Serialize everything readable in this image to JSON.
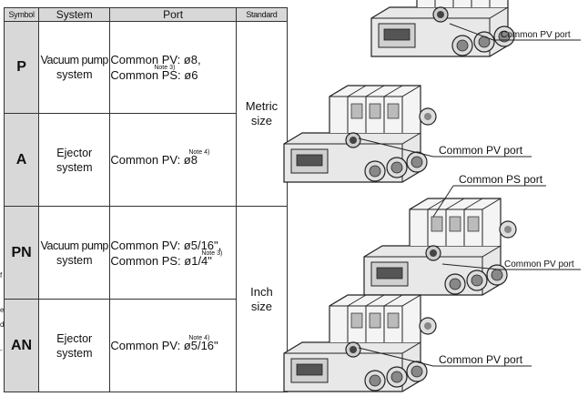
{
  "table": {
    "headers": {
      "symbol": "Symbol",
      "system": "System",
      "port": "Port",
      "standard": "Standard"
    },
    "rows": [
      {
        "symbol": "P",
        "system_line1": "Vacuum pump",
        "system_line2": "system",
        "port_line1": "Common PV: ø8,",
        "port_note": "Note 3)",
        "port_line2": "Common PS: ø6"
      },
      {
        "symbol": "A",
        "system_line1": "Ejector",
        "system_line2": "system",
        "port_line1": "Common PV: ø8",
        "port_note": "Note 4)"
      },
      {
        "symbol": "PN",
        "system_line1": "Vacuum pump",
        "system_line2": "system",
        "port_line1": "Common PV: ø5/16\",",
        "port_note": "Note 3)",
        "port_line2": "Common PS: ø1/4\""
      },
      {
        "symbol": "AN",
        "system_line1": "Ejector",
        "system_line2": "system",
        "port_line1": "Common PV: ø5/16\"",
        "port_note": "Note 4)"
      }
    ],
    "standards": {
      "metric_line1": "Metric",
      "metric_line2": "size",
      "inch_line1": "Inch",
      "inch_line2": "size"
    }
  },
  "callouts": {
    "p_pv": "Common PV port",
    "a_pv": "Common PV port",
    "pn_ps": "Common PS port",
    "pn_pv": "Common PV port",
    "an_pv": "Common PV port"
  }
}
